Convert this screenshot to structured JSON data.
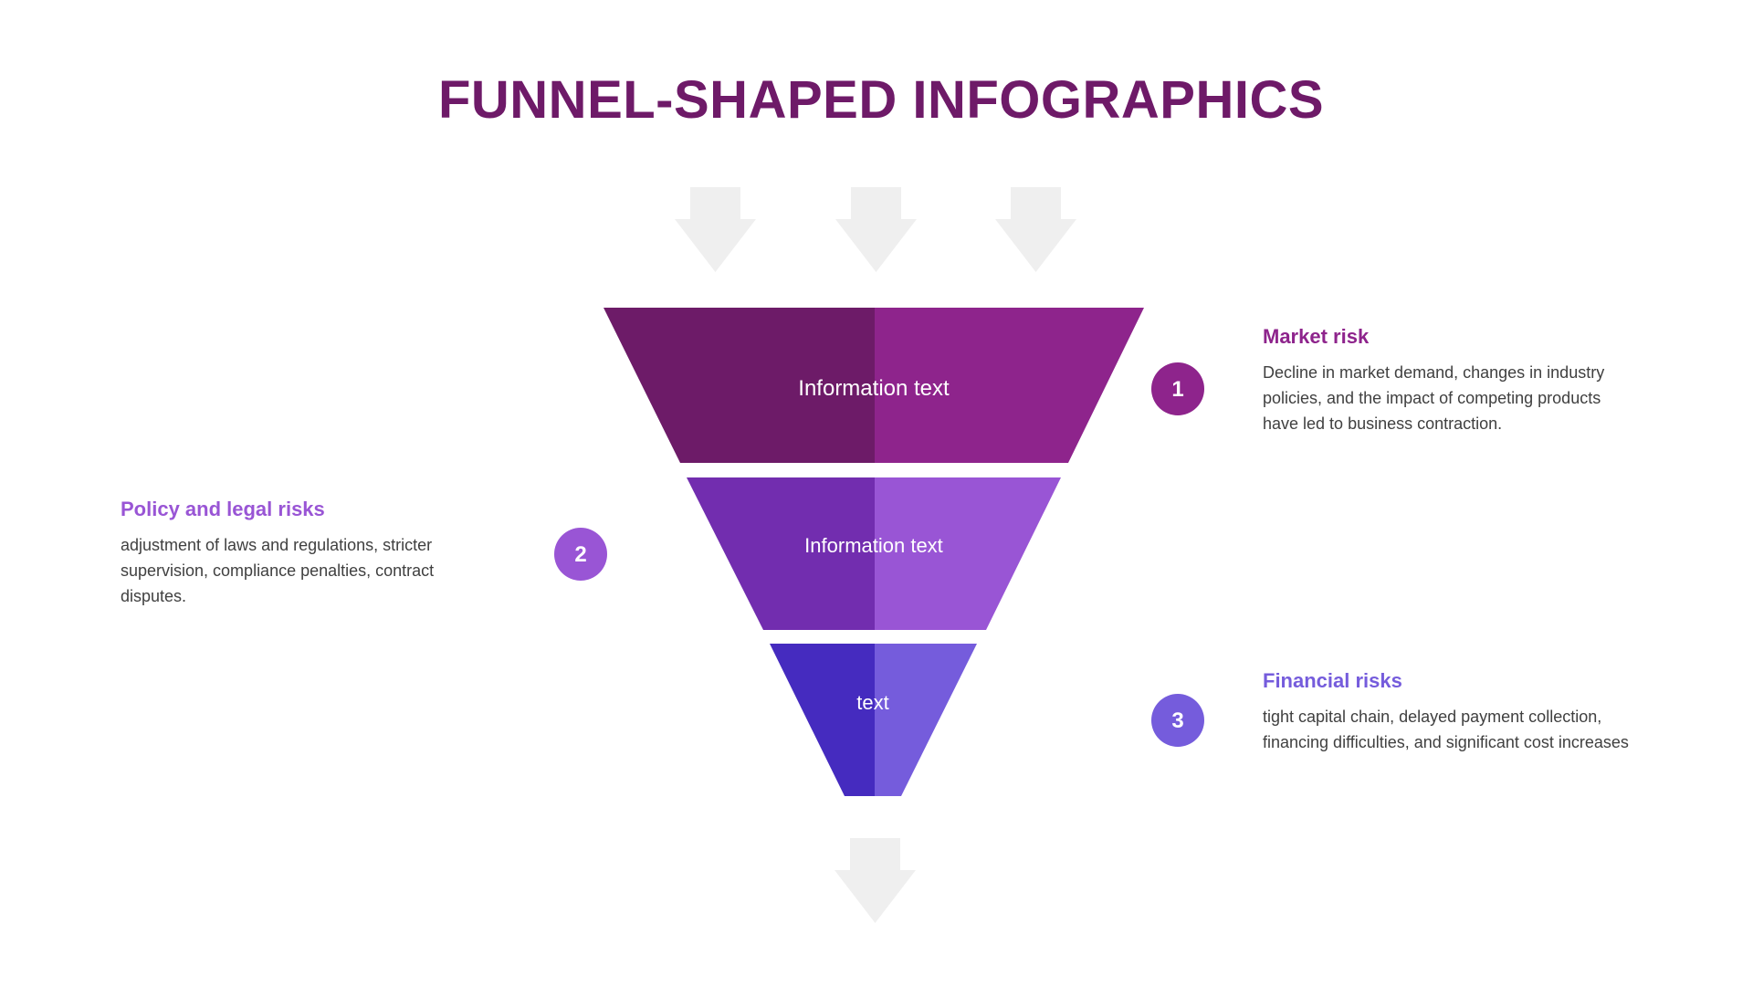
{
  "title": "FUNNEL-SHAPED INFOGRAPHICS",
  "colors": {
    "title": "#6e1a68",
    "arrow": "#efefef",
    "body_text": "#404040"
  },
  "funnel": {
    "tiers": [
      {
        "label": "Information text",
        "dark": "#6d1b68",
        "light": "#8e248c"
      },
      {
        "label": "Information text",
        "dark": "#722daf",
        "light": "#9955d5"
      },
      {
        "label": "text",
        "dark": "#452bbf",
        "light": "#755cdc"
      }
    ]
  },
  "callouts": [
    {
      "number": "1",
      "heading": "Market risk",
      "color": "#8e248c",
      "lines": [
        "Decline in market demand, changes in industry",
        "policies, and the impact of competing products",
        "have led to business contraction."
      ]
    },
    {
      "number": "2",
      "heading": "Policy and legal risks",
      "color": "#9955d5",
      "lines": [
        "adjustment of laws and regulations, stricter",
        "supervision, compliance penalties, contract",
        "disputes."
      ]
    },
    {
      "number": "3",
      "heading": "Financial risks",
      "color": "#755cdc",
      "lines": [
        "tight capital chain, delayed payment collection,",
        "financing difficulties, and significant cost increases"
      ]
    }
  ]
}
